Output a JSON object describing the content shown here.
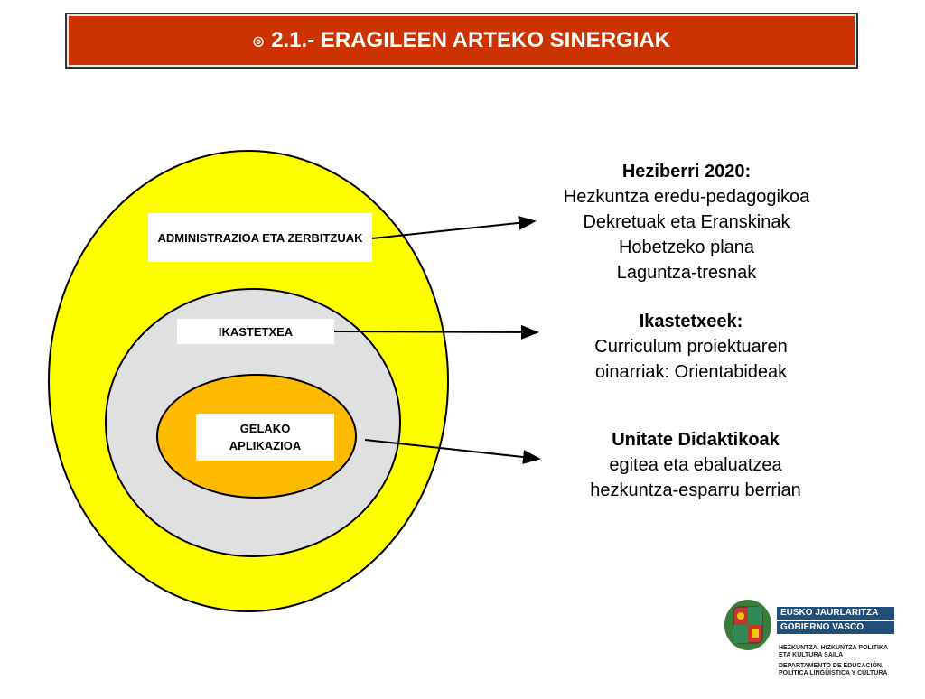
{
  "header": {
    "bullet_icon": "target-bullet-icon",
    "title": "2.1.- ERAGILEEN ARTEKO SINERGIAK"
  },
  "diagram": {
    "rings": [
      {
        "label": "ADMINISTRAZIOA ETA ZERBITZUAK",
        "color": "#ffff00"
      },
      {
        "label": "IKASTETXEA",
        "color": "#e0e0e0"
      },
      {
        "label": "GELAKO APLIKAZIOA",
        "color": "#ffbb00"
      }
    ]
  },
  "descriptions": [
    {
      "heading": "Heziberri 2020:",
      "lines": [
        "Hezkuntza eredu-pedagogikoa",
        "Dekretuak eta Eranskinak",
        "Hobetzeko plana",
        "Laguntza-tresnak"
      ]
    },
    {
      "heading": "Ikastetxeek:",
      "lines": [
        "Curriculum proiektuaren",
        "oinarriak: Orientabideak"
      ]
    },
    {
      "heading": "Unitate Didaktikoak",
      "lines": [
        "egitea eta ebaluatzea",
        "hezkuntza-esparru berrian"
      ]
    }
  ],
  "logo": {
    "line1": "EUSKO JAURLARITZA",
    "line2": "GOBIERNO VASCO",
    "dept_eu": "HEZKUNTZA, HIZKUNTZA POLITIKA ETA KULTURA SAILA",
    "dept_es": "DEPARTAMENTO DE EDUCACIÓN, POLÍTICA LINGÜÍSTICA Y CULTURA"
  }
}
